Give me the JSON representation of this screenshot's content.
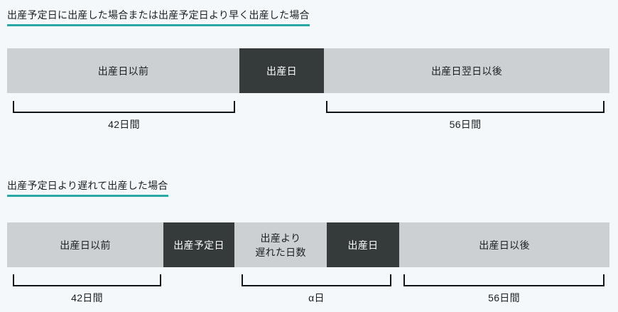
{
  "page": {
    "background_color": "#f5f8fa",
    "text_color": "#1b1f22",
    "accent_color": "#2aa8a8",
    "segment_light_color": "#ccd0d2",
    "segment_dark_color": "#353a3b"
  },
  "sections": [
    {
      "heading": "出産予定日に出産した場合または出産予定日より早く出産した場合",
      "segments": [
        {
          "label": "出産日以前",
          "style": "light"
        },
        {
          "label": "出産日",
          "style": "dark"
        },
        {
          "label": "出産日翌日以後",
          "style": "light"
        }
      ],
      "brackets": [
        {
          "label": "42日間"
        },
        {
          "label": "56日間"
        }
      ]
    },
    {
      "heading": "出産予定日より遅れて出産した場合",
      "segments": [
        {
          "label": "出産日以前",
          "style": "light"
        },
        {
          "label": "出産予定日",
          "style": "dark"
        },
        {
          "label_line1": "出産より",
          "label_line2": "遅れた日数",
          "style": "light"
        },
        {
          "label": "出産日",
          "style": "dark"
        },
        {
          "label": "出産日以後",
          "style": "light"
        }
      ],
      "brackets": [
        {
          "label": "42日間"
        },
        {
          "label": "α日"
        },
        {
          "label": "56日間"
        }
      ]
    }
  ]
}
